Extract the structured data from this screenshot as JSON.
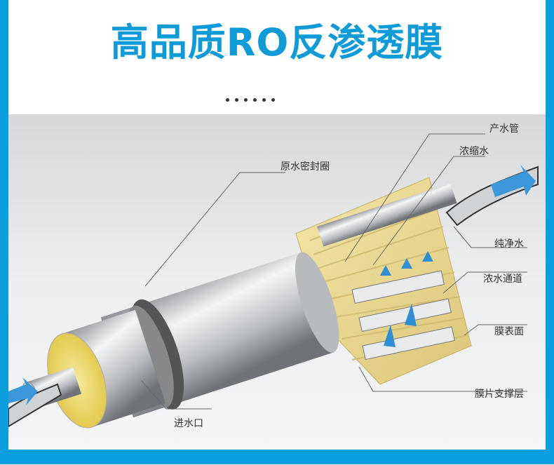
{
  "title": "高品质RO反渗透膜",
  "labels": {
    "product_tube": "产水管",
    "concentrate": "浓缩水",
    "raw_water_seal": "原水密封圈",
    "pure_water": "纯净水",
    "concentrate_channel": "浓水通道",
    "membrane_surface": "膜表面",
    "support_layer": "膜片支撑层",
    "water_inlet": "进水口"
  },
  "colors": {
    "accent": "#0b9ede",
    "title": "#0f9ad8"
  }
}
